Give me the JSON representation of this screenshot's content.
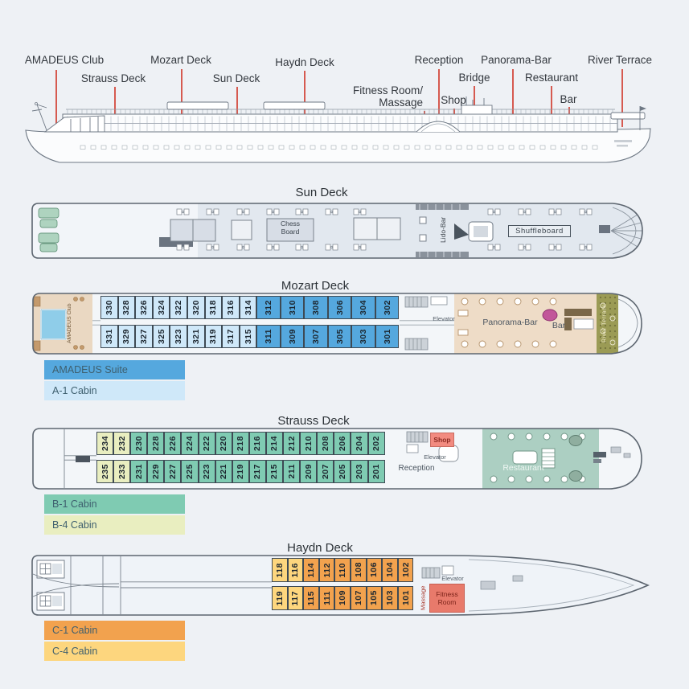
{
  "page": {
    "background": "#eef1f5"
  },
  "cabin_colors": {
    "suite": "#55a8de",
    "a1": "#cfe8f9",
    "b1": "#7fcbb2",
    "b4": "#e9eec0",
    "c1": "#f2a24e",
    "c4": "#fdd67e"
  },
  "accent_colors": {
    "shop_bg": "#f28b80",
    "fitness_bg": "#e87a6b",
    "callout_line": "#d65a50"
  },
  "profile": {
    "callouts": [
      {
        "text": "AMADEUS Club"
      },
      {
        "text": "Strauss Deck"
      },
      {
        "text": "Mozart Deck"
      },
      {
        "text": "Sun Deck"
      },
      {
        "text": "Haydn Deck"
      },
      {
        "text": "Fitness Room/\nMassage"
      },
      {
        "text": "Reception"
      },
      {
        "text": "Bridge"
      },
      {
        "text": "Shop"
      },
      {
        "text": "Panorama-Bar"
      },
      {
        "text": "Restaurant"
      },
      {
        "text": "Bar"
      },
      {
        "text": "River Terrace"
      }
    ]
  },
  "sun_deck": {
    "title": "Sun Deck",
    "chess_board": "Chess\nBoard",
    "lido_bar": "Lido-Bar",
    "shuffleboard": "Shuffleboard"
  },
  "mozart_deck": {
    "title": "Mozart Deck",
    "club_label": "AMADEUS Club",
    "elevator_label": "Elevator",
    "panorama_label": "Panorama-Bar",
    "bar_label": "Bar",
    "terrace_label": "River Terrace",
    "cabins_top": [
      {
        "num": "330",
        "type": "a1"
      },
      {
        "num": "328",
        "type": "a1"
      },
      {
        "num": "326",
        "type": "a1"
      },
      {
        "num": "324",
        "type": "a1"
      },
      {
        "num": "322",
        "type": "a1"
      },
      {
        "num": "320",
        "type": "a1"
      },
      {
        "num": "318",
        "type": "a1"
      },
      {
        "num": "316",
        "type": "a1"
      },
      {
        "num": "314",
        "type": "a1"
      },
      {
        "num": "312",
        "type": "suite"
      },
      {
        "num": "310",
        "type": "suite"
      },
      {
        "num": "308",
        "type": "suite"
      },
      {
        "num": "306",
        "type": "suite"
      },
      {
        "num": "304",
        "type": "suite"
      },
      {
        "num": "302",
        "type": "suite"
      }
    ],
    "cabins_bottom": [
      {
        "num": "331",
        "type": "a1"
      },
      {
        "num": "329",
        "type": "a1"
      },
      {
        "num": "327",
        "type": "a1"
      },
      {
        "num": "325",
        "type": "a1"
      },
      {
        "num": "323",
        "type": "a1"
      },
      {
        "num": "321",
        "type": "a1"
      },
      {
        "num": "319",
        "type": "a1"
      },
      {
        "num": "317",
        "type": "a1"
      },
      {
        "num": "315",
        "type": "a1"
      },
      {
        "num": "311",
        "type": "suite"
      },
      {
        "num": "309",
        "type": "suite"
      },
      {
        "num": "307",
        "type": "suite"
      },
      {
        "num": "305",
        "type": "suite"
      },
      {
        "num": "303",
        "type": "suite"
      },
      {
        "num": "301",
        "type": "suite"
      }
    ],
    "legend": [
      {
        "label": "AMADEUS Suite",
        "color": "#55a8de"
      },
      {
        "label": "A-1 Cabin",
        "color": "#cfe8f9"
      }
    ]
  },
  "strauss_deck": {
    "title": "Strauss Deck",
    "shop_label": "Shop",
    "elevator_label": "Elevator",
    "reception_label": "Reception",
    "restaurant_label": "Restaurant",
    "cabins_top": [
      {
        "num": "234",
        "type": "b4"
      },
      {
        "num": "232",
        "type": "b4"
      },
      {
        "num": "230",
        "type": "b1"
      },
      {
        "num": "228",
        "type": "b1"
      },
      {
        "num": "226",
        "type": "b1"
      },
      {
        "num": "224",
        "type": "b1"
      },
      {
        "num": "222",
        "type": "b1"
      },
      {
        "num": "220",
        "type": "b1"
      },
      {
        "num": "218",
        "type": "b1"
      },
      {
        "num": "216",
        "type": "b1"
      },
      {
        "num": "214",
        "type": "b1"
      },
      {
        "num": "212",
        "type": "b1"
      },
      {
        "num": "210",
        "type": "b1"
      },
      {
        "num": "208",
        "type": "b1"
      },
      {
        "num": "206",
        "type": "b1"
      },
      {
        "num": "204",
        "type": "b1"
      },
      {
        "num": "202",
        "type": "b1"
      }
    ],
    "cabins_bottom": [
      {
        "num": "235",
        "type": "b4"
      },
      {
        "num": "233",
        "type": "b4"
      },
      {
        "num": "231",
        "type": "b1"
      },
      {
        "num": "229",
        "type": "b1"
      },
      {
        "num": "227",
        "type": "b1"
      },
      {
        "num": "225",
        "type": "b1"
      },
      {
        "num": "223",
        "type": "b1"
      },
      {
        "num": "221",
        "type": "b1"
      },
      {
        "num": "219",
        "type": "b1"
      },
      {
        "num": "217",
        "type": "b1"
      },
      {
        "num": "215",
        "type": "b1"
      },
      {
        "num": "211",
        "type": "b1"
      },
      {
        "num": "209",
        "type": "b1"
      },
      {
        "num": "207",
        "type": "b1"
      },
      {
        "num": "205",
        "type": "b1"
      },
      {
        "num": "203",
        "type": "b1"
      },
      {
        "num": "201",
        "type": "b1"
      }
    ],
    "legend": [
      {
        "label": "B-1 Cabin",
        "color": "#7fcbb2"
      },
      {
        "label": "B-4 Cabin",
        "color": "#e9eec0"
      }
    ]
  },
  "haydn_deck": {
    "title": "Haydn Deck",
    "elevator_label": "Elevator",
    "massage_label": "Massage",
    "fitness_label": "Fitness\nRoom",
    "cabins_top": [
      {
        "num": "118",
        "type": "c4"
      },
      {
        "num": "116",
        "type": "c4"
      },
      {
        "num": "114",
        "type": "c1"
      },
      {
        "num": "112",
        "type": "c1"
      },
      {
        "num": "110",
        "type": "c1"
      },
      {
        "num": "108",
        "type": "c1"
      },
      {
        "num": "106",
        "type": "c1"
      },
      {
        "num": "104",
        "type": "c1"
      },
      {
        "num": "102",
        "type": "c1"
      }
    ],
    "cabins_bottom": [
      {
        "num": "119",
        "type": "c4"
      },
      {
        "num": "117",
        "type": "c4"
      },
      {
        "num": "115",
        "type": "c1"
      },
      {
        "num": "111",
        "type": "c1"
      },
      {
        "num": "109",
        "type": "c1"
      },
      {
        "num": "107",
        "type": "c1"
      },
      {
        "num": "105",
        "type": "c1"
      },
      {
        "num": "103",
        "type": "c1"
      },
      {
        "num": "101",
        "type": "c1"
      }
    ],
    "legend": [
      {
        "label": "C-1 Cabin",
        "color": "#f2a24e"
      },
      {
        "label": "C-4 Cabin",
        "color": "#fdd67e"
      }
    ]
  }
}
